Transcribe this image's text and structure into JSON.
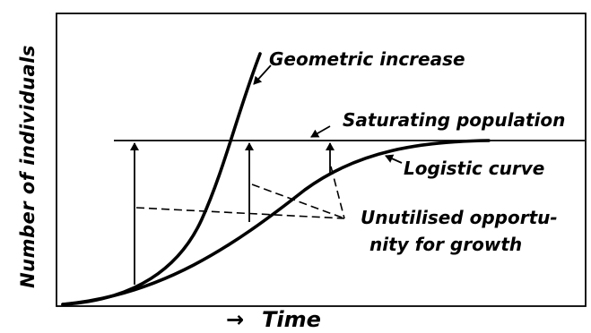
{
  "labels": {
    "y_axis": "Number of individuals",
    "x_axis": "Time",
    "geometric": "Geometric increase",
    "saturating": "Saturating population",
    "logistic": "Logistic curve",
    "unutilised_line1": "Unutilised opportu-",
    "unutilised_line2": "nity for growth"
  },
  "symbols": {
    "x_axis_arrow": "→"
  }
}
